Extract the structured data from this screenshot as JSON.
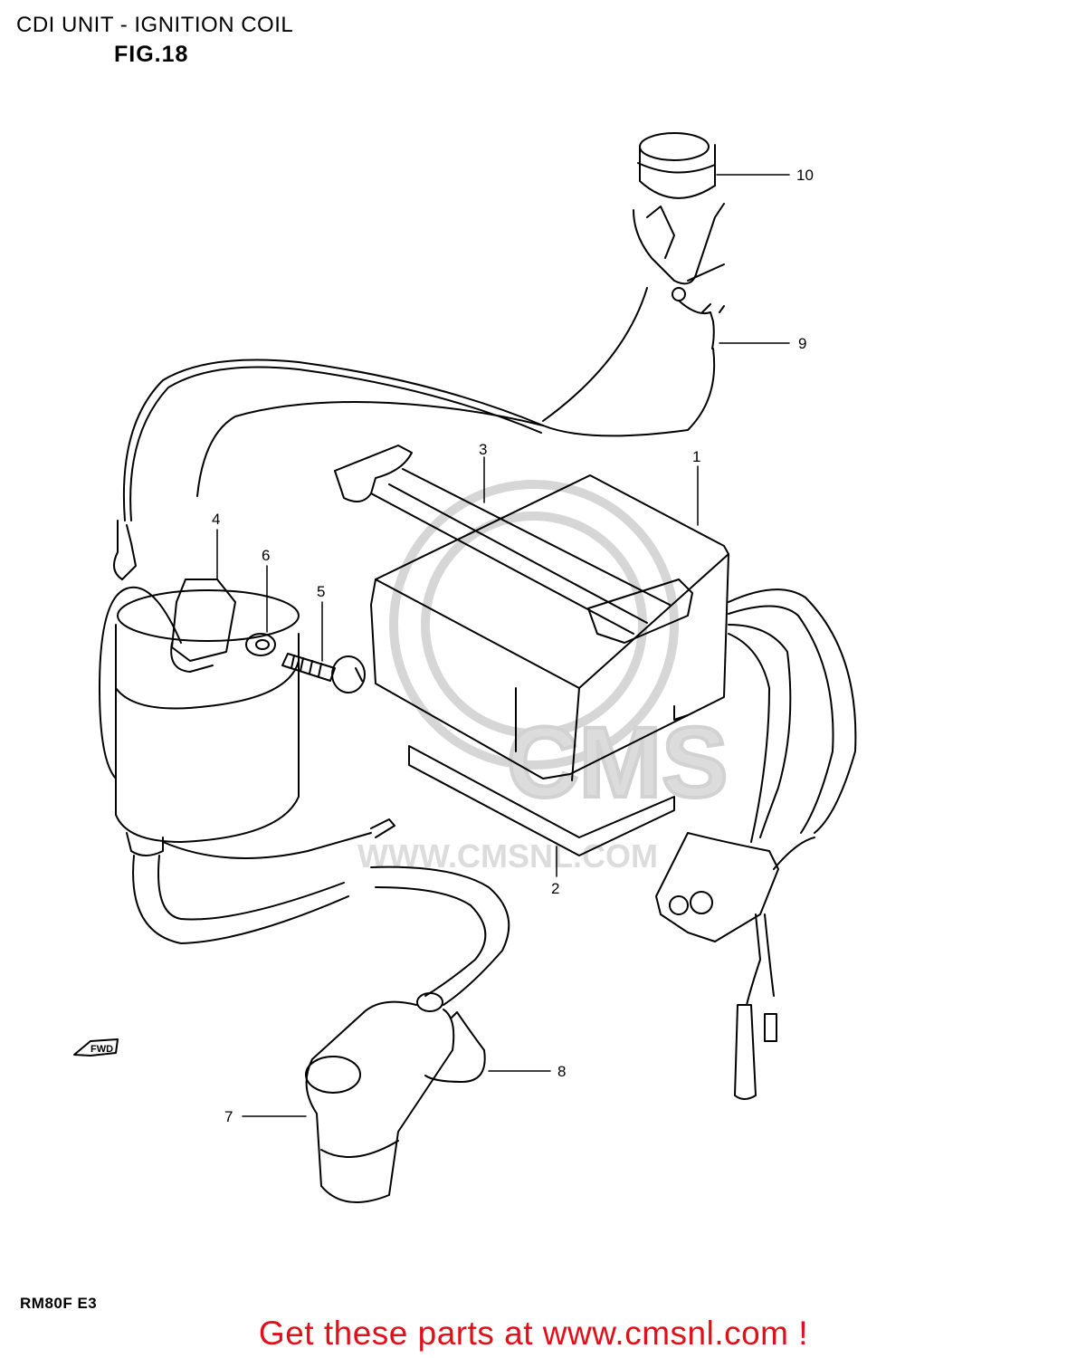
{
  "header": {
    "title": "CDI UNIT - IGNITION COIL",
    "figure": "FIG.18"
  },
  "watermark": {
    "logo_text": "CMS",
    "url": "WWW.CMSNL.COM"
  },
  "fwd_label": "FWD",
  "callouts": [
    {
      "id": "1",
      "label": "1"
    },
    {
      "id": "2",
      "label": "2"
    },
    {
      "id": "3",
      "label": "3"
    },
    {
      "id": "4",
      "label": "4"
    },
    {
      "id": "5",
      "label": "5"
    },
    {
      "id": "6",
      "label": "6"
    },
    {
      "id": "7",
      "label": "7"
    },
    {
      "id": "8",
      "label": "8"
    },
    {
      "id": "9",
      "label": "9"
    },
    {
      "id": "10",
      "label": "10"
    }
  ],
  "footer": {
    "model_code": "RM80F  E3",
    "cta": "Get these parts at www.cmsnl.com !"
  },
  "colors": {
    "cta": "#e0101a",
    "watermark": "#d6d6d6"
  }
}
